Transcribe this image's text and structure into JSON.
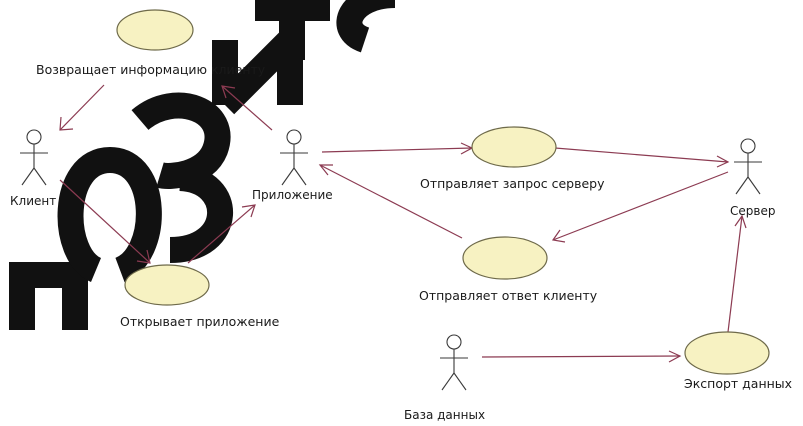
{
  "actors": {
    "client": "Клиент",
    "app": "Приложение",
    "server": "Сервер",
    "db": "База данных"
  },
  "use_cases": {
    "return_info": "Возвращает информацию клиенту",
    "send_request": "Отправляет запрос серверу",
    "send_response": "Отправляет ответ клиенту",
    "open_app": "Открывает приложение",
    "export_data": "Экспорт данных"
  },
  "colors": {
    "ellipse_fill": "#f7f2c2",
    "edge": "#8c3b52",
    "watermark": "#111111"
  },
  "watermark_text": "позитС"
}
